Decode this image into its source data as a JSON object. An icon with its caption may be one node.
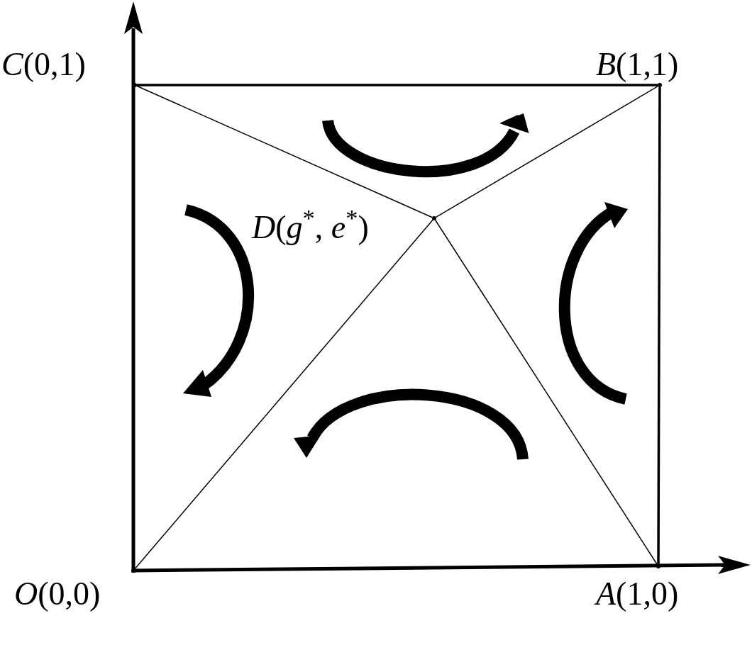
{
  "diagram": {
    "nodes": [
      {
        "text": [],
        "shape": "point",
        "beside": [
          "*O*(0,0)"
        ]
      },
      {
        "text": [],
        "shape": "point",
        "beside": [
          "*A*(1,0)"
        ]
      },
      {
        "text": [],
        "shape": "point",
        "beside": [
          "*B*(1,1)"
        ]
      },
      {
        "text": [],
        "shape": "point",
        "beside": [
          "*C*(0,1)"
        ]
      },
      {
        "text": [],
        "shape": "point",
        "beside": [
          "*D*(*g*$^{*}$, *e*$^{*}$)"
        ]
      }
    ],
    "edges": [
      {
        "from": 3,
        "to": 2,
        "arrow": "none",
        "style": "thick"
      },
      {
        "from": 2,
        "to": 1,
        "arrow": "none",
        "style": "thick"
      },
      {
        "from": 4,
        "to": 3,
        "arrow": "none"
      },
      {
        "from": 4,
        "to": 2,
        "arrow": "none"
      },
      {
        "from": 4,
        "to": 0,
        "arrow": "none"
      },
      {
        "from": 4,
        "to": 1,
        "arrow": "none"
      }
    ]
  }
}
